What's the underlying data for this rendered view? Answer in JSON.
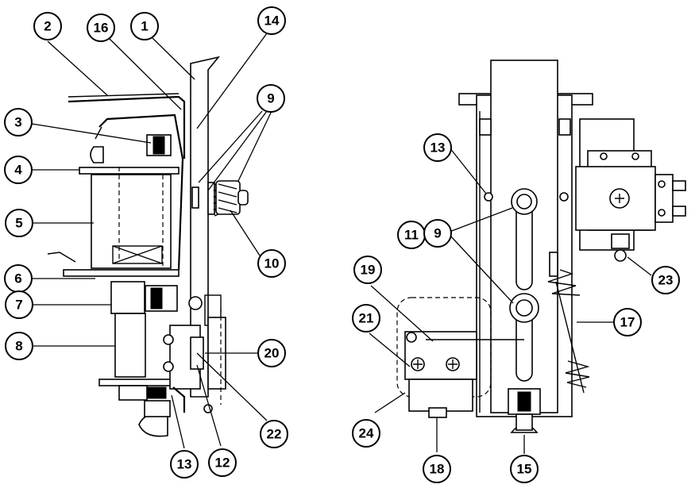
{
  "callouts": {
    "c1": "1",
    "c2": "2",
    "c3": "3",
    "c4": "4",
    "c5": "5",
    "c6": "6",
    "c7": "7",
    "c8": "8",
    "c9a": "9",
    "c9b": "9",
    "c10": "10",
    "c11": "11",
    "c12": "12",
    "c13a": "13",
    "c13b": "13",
    "c14": "14",
    "c15": "15",
    "c16": "16",
    "c17": "17",
    "c18": "18",
    "c19": "19",
    "c20": "20",
    "c21": "21",
    "c22": "22",
    "c23": "23",
    "c24": "24"
  },
  "colors": {
    "ink": "#000000",
    "paper": "#ffffff"
  }
}
